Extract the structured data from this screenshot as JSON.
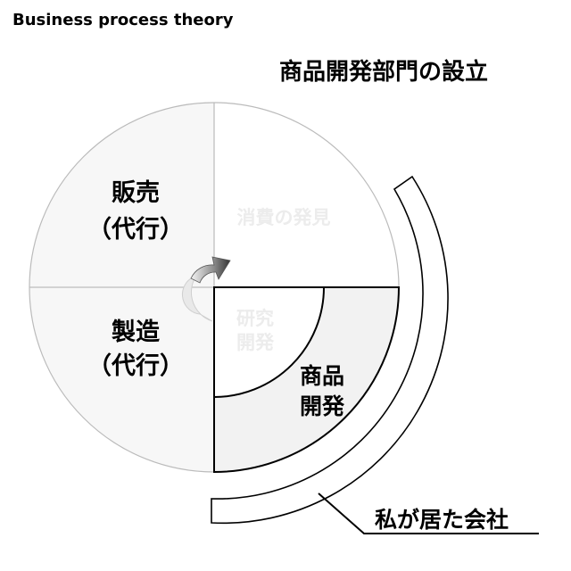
{
  "header": {
    "title": "Business process theory"
  },
  "diagram": {
    "main_title": "商品開発部門の設立",
    "quadrants": {
      "top_left": {
        "line1": "販売",
        "line2": "（代行）"
      },
      "top_right": {
        "label": "消費の発見"
      },
      "bottom_left": {
        "line1": "製造",
        "line2": "（代行）"
      },
      "bottom_right_inner": {
        "line1": "研究",
        "line2": "開発"
      },
      "bottom_right_band": {
        "line1": "商品",
        "line2": "開発"
      }
    },
    "callout": {
      "label": "私が居た会社"
    },
    "colors": {
      "outline": "#000000",
      "circle_stroke": "#bbbbbb",
      "quadrant_fill": "#f7f7f7",
      "band_fill": "#f2f2f2",
      "faded_text": "#ececec",
      "arrow": "#444444"
    }
  }
}
